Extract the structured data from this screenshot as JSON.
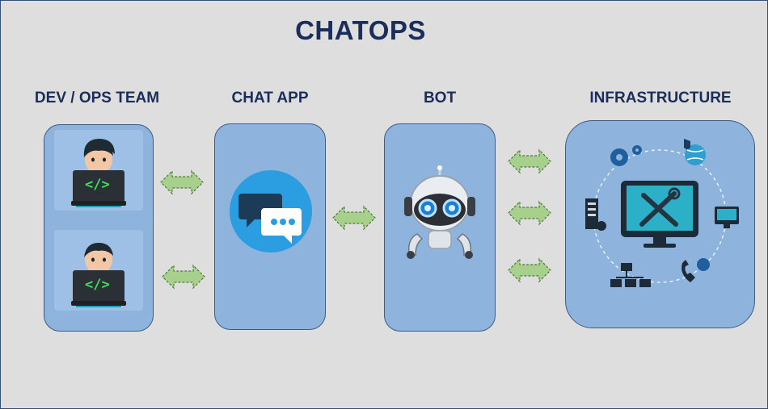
{
  "title": "CHATOPS",
  "columns": {
    "team": "DEV / OPS TEAM",
    "chat": "CHAT APP",
    "bot": "BOT",
    "infra": "INFRASTRUCTURE"
  },
  "code_glyph": "</>",
  "colors": {
    "background": "#dedede",
    "box_fill": "#8eb3dc",
    "box_border": "#3d5b84",
    "title": "#1b2d5a",
    "arrow_fill": "#a8d08d",
    "arrow_stroke": "#4f7a3a",
    "chat_circle": "#2a9ee0"
  },
  "icons": [
    "developer-icon",
    "chat-bubbles-icon",
    "robot-icon",
    "monitor-tools-icon",
    "gear-icon",
    "globe-shield-icon",
    "server-icon",
    "network-icon",
    "phone-info-icon"
  ]
}
